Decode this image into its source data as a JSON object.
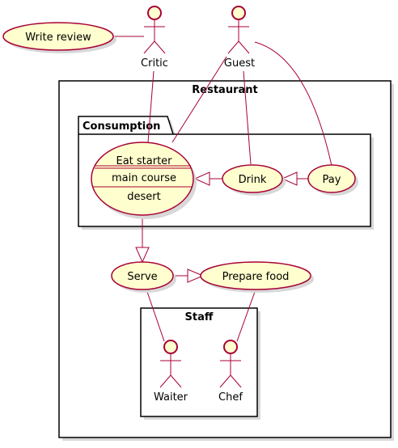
{
  "diagram": {
    "actors": {
      "critic": "Critic",
      "guest": "Guest",
      "waiter": "Waiter",
      "chef": "Chef"
    },
    "usecases": {
      "write_review": "Write review",
      "eat_starter": "Eat starter",
      "main_course": "main course",
      "desert": "desert",
      "drink": "Drink",
      "pay": "Pay",
      "serve": "Serve",
      "prepare_food": "Prepare food"
    },
    "packages": {
      "restaurant": "Restaurant",
      "consumption": "Consumption",
      "staff": "Staff"
    },
    "colors": {
      "usecase_fill": "#FEFECE",
      "border": "#A80036"
    }
  }
}
